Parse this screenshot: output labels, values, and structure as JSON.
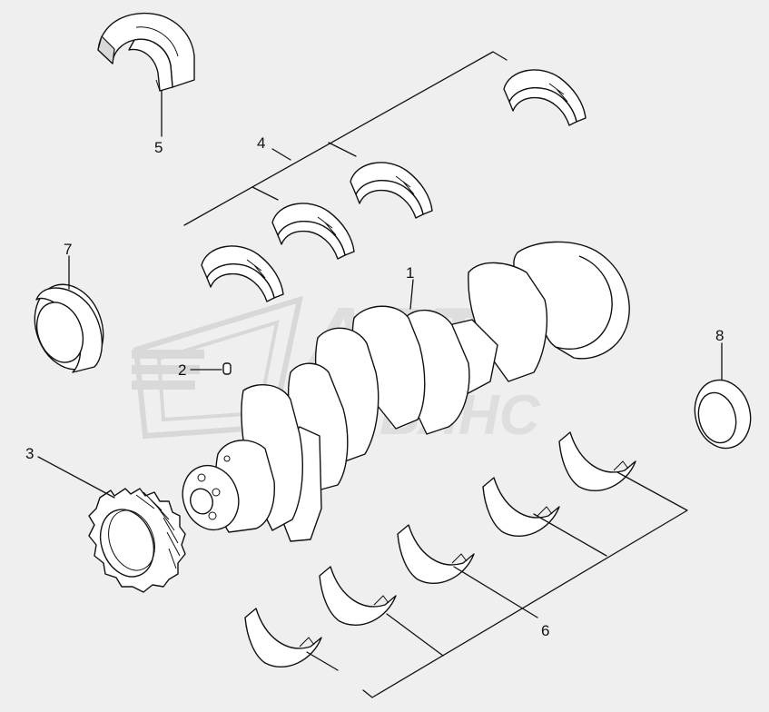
{
  "diagram": {
    "watermark": {
      "line1": "АВТО",
      "line2": "АЛЬЯНС"
    },
    "callouts": [
      {
        "id": "1",
        "text": "1"
      },
      {
        "id": "2",
        "text": "2"
      },
      {
        "id": "3",
        "text": "3"
      },
      {
        "id": "4",
        "text": "4"
      },
      {
        "id": "5",
        "text": "5"
      },
      {
        "id": "6",
        "text": "6"
      },
      {
        "id": "7",
        "text": "7"
      },
      {
        "id": "8",
        "text": "8"
      }
    ]
  }
}
